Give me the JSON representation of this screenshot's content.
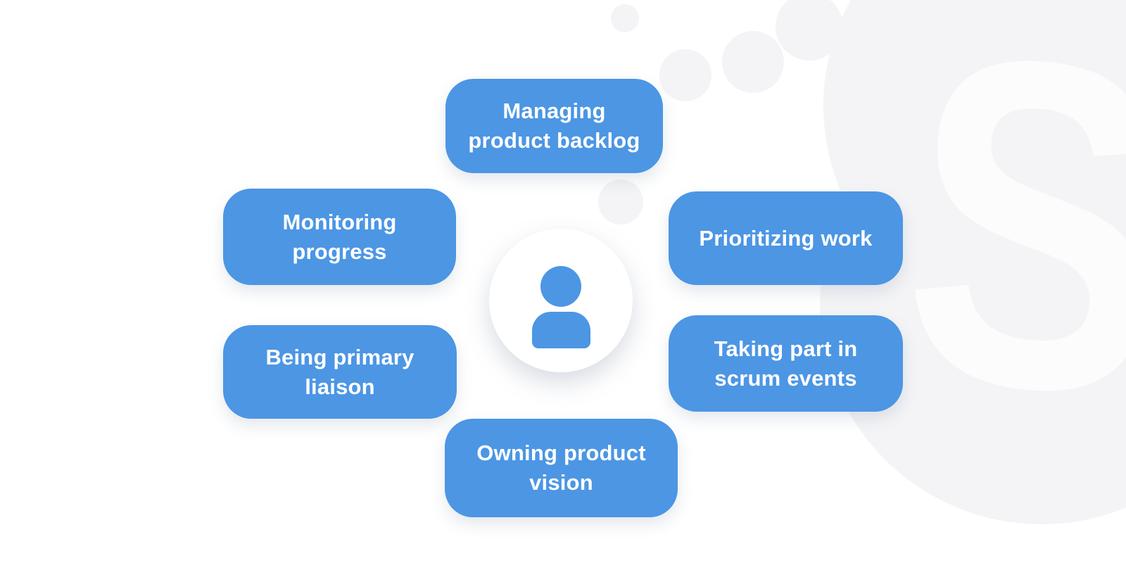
{
  "diagram": {
    "subject": "scrum-product-owner-responsibilities",
    "center": {
      "icon": "person-icon"
    },
    "boxes": [
      {
        "id": "managing-product-backlog",
        "label": "Managing\nproduct backlog",
        "position": "top"
      },
      {
        "id": "monitoring-progress",
        "label": "Monitoring\nprogress",
        "position": "left-upper"
      },
      {
        "id": "prioritizing-work",
        "label": "Prioritizing work",
        "position": "right-upper"
      },
      {
        "id": "being-primary-liaison",
        "label": "Being primary\nliaison",
        "position": "left-lower"
      },
      {
        "id": "taking-part-scrum-events",
        "label": "Taking part in\nscrum events",
        "position": "right-lower"
      },
      {
        "id": "owning-product-vision",
        "label": "Owning product\nvision",
        "position": "bottom"
      }
    ],
    "watermark": {
      "letter": "S"
    }
  },
  "colors": {
    "box_blue": "#4C96E4",
    "label_text": "#FFFFFF",
    "watermark_gray": "#F4F4F6",
    "watermark_letter": "#FCFCFD",
    "background": "#FFFFFF"
  }
}
